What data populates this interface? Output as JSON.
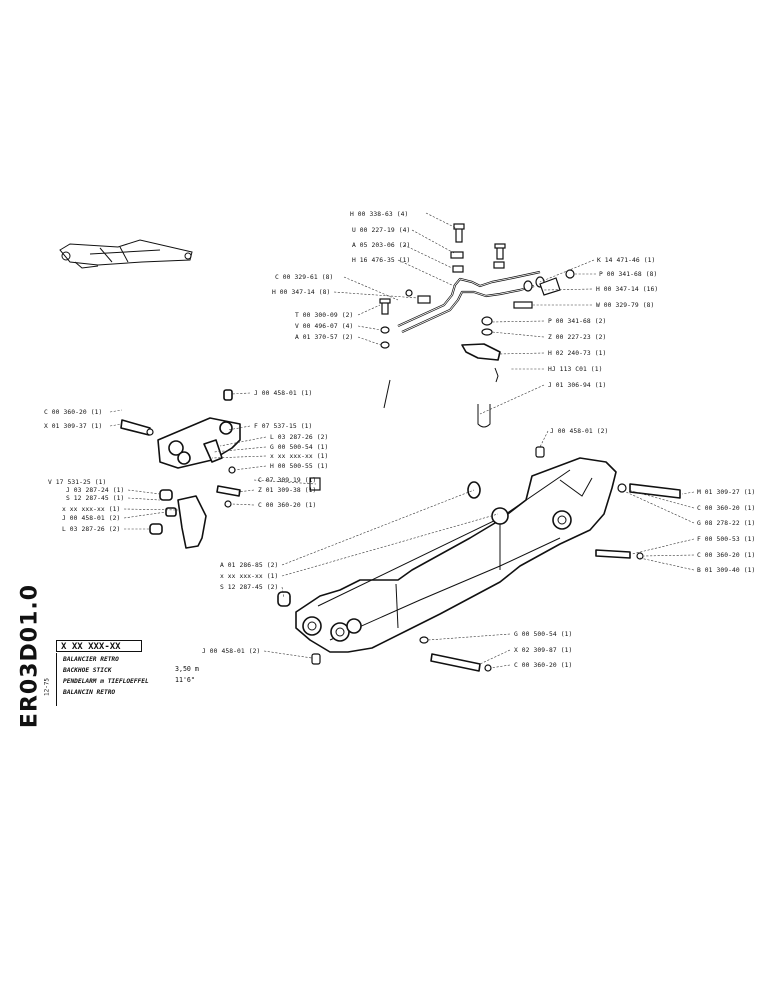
{
  "document": {
    "code": "ER03D01.0",
    "date": "12-75",
    "reference": "X XX XXX-XX"
  },
  "title_block": {
    "lines": [
      "BALANCIER RETRO",
      "BACKHOE STICK",
      "PENDELARM m TIEFLOEFFEL",
      "BALANCIN RETRO"
    ],
    "length": "3,50 m",
    "length_ft": "11'6\""
  },
  "callouts": {
    "h_00_338_63": "H 00 338-63 (4)",
    "u_00_227_19": "U 00 227-19 (4)",
    "a_05_203_06": "A 05 203-06 (2)",
    "h_16_476_35": "H 16 476-35 (1)",
    "c_00_329_61": "C 00 329-61 (8)",
    "h_00_347_14_8": "H 00 347-14 (8)",
    "t_00_300_09": "T 00 300-09 (2)",
    "v_00_496_07": "V 00 496-07 (4)",
    "a_01_370_57": "A 01 370-57 (2)",
    "k_14_471_46": "K 14 471-46 (1)",
    "p_00_341_68_8": "P 00 341-68 (8)",
    "h_00_347_14_16": "H 00 347-14 (16)",
    "w_00_329_79": "W 00 329-79 (8)",
    "p_00_341_68_2": "P 00 341-68 (2)",
    "z_00_227_23": "Z 00 227-23 (2)",
    "h_02_240_73": "H 02 240-73 (1)",
    "hj_113_c01": "HJ 113 C01 (1)",
    "j_01_306_94": "J 01 306-94 (1)",
    "j_00_458_01_top": "J 00 458-01 (1)",
    "c_00_360_20_top": "C 00 360-20 (1)",
    "x_01_309_37": "X 01 309-37 (1)",
    "f_07_537_15": "F 07 537-15 (1)",
    "l_03_287_26_mid": "L 03 287-26 (2)",
    "g_00_500_54_mid": "G 00 500-54 (1)",
    "x_xx_mid": "x xx xxx-xx (1)",
    "h_00_500_55": "H 00 500-55 (1)",
    "c_07_309_19": "C 07 309.19 (1)",
    "z_01_309_38": "Z 01 309-38 (1)",
    "c_00_360_20_mid": "C 00 360-20 (1)",
    "v_17_531_25": "V 17 531-25 (1)",
    "j_03_287_24": "J 03 287-24 (1)",
    "s_12_287_45_left": "S 12 287-45 (1)",
    "x_xx_left": "x xx xxx-xx (1)",
    "j_00_458_01_left": "J 00 458-01 (2)",
    "l_03_287_26_left": "L 03 287-26 (2)",
    "j_00_458_01_right": "J 00 458-01 (2)",
    "m_01_309_27": "M 01 309-27 (1)",
    "c_00_360_20_r1": "C 00 360-20 (1)",
    "g_08_278_22": "G 08 278-22 (1)",
    "f_00_500_53": "F 00 500-53 (1)",
    "c_00_360_20_r2": "C 00 360-20 (1)",
    "b_01_309_40": "B 01 309-40 (1)",
    "a_01_286_85": "A 01 286-85 (2)",
    "x_xx_stick": "x xx xxx-xx (1)",
    "s_12_287_45_stick": "S 12 287-45 (2)",
    "j_00_458_01_bottom": "J 00 458-01 (2)",
    "g_00_500_54_bottom": "G 00 500-54 (1)",
    "x_02_309_87": "X 02 309-87 (1)",
    "c_00_360_20_bottom": "C 00 360-20 (1)"
  }
}
